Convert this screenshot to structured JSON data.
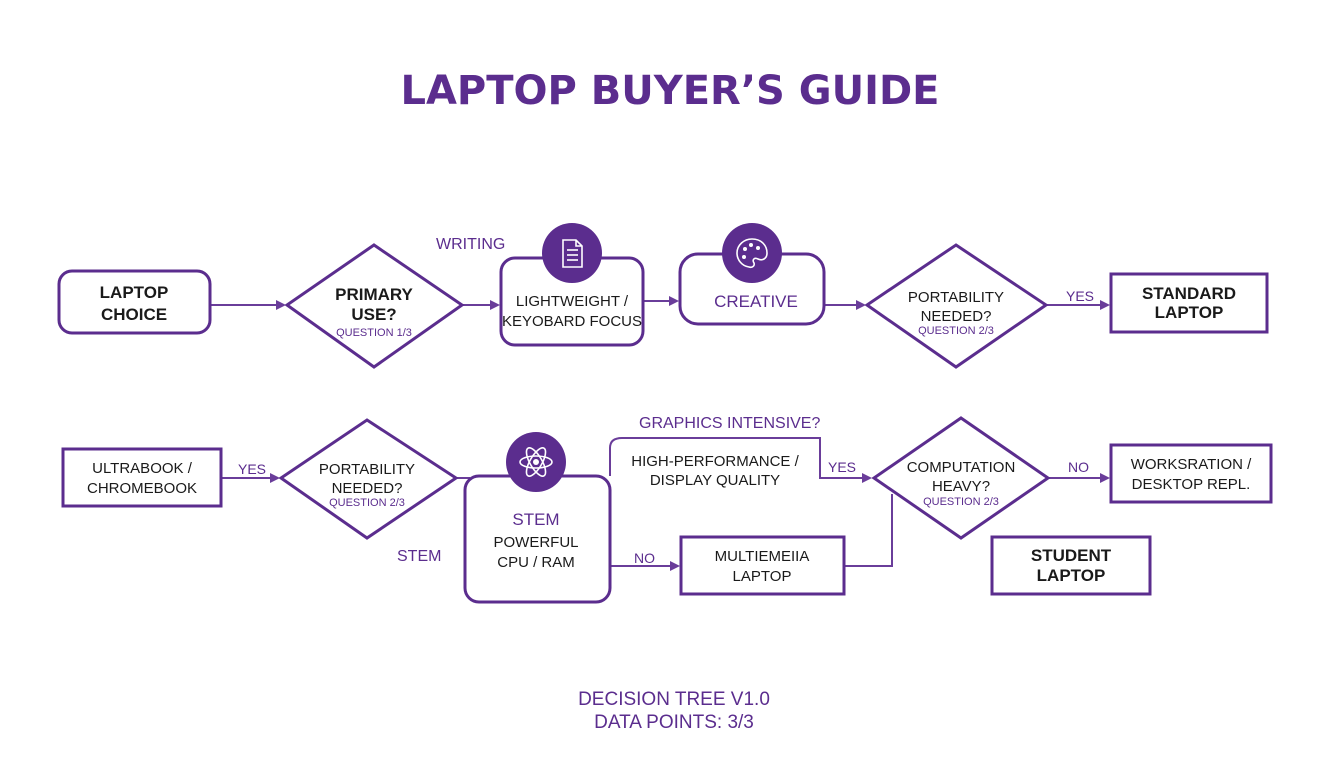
{
  "title": "LAPTOP BUYER’S GUIDE",
  "colors": {
    "accent": "#5b2d8e",
    "text": "#1a1a1a",
    "background": "#ffffff"
  },
  "nodes": {
    "laptop_choice": [
      "LAPTOP",
      "CHOICE"
    ],
    "primary_use": {
      "lines": [
        "PRIMARY",
        "USE?"
      ],
      "sub": "QUESTION 1/3"
    },
    "lightweight": [
      "LIGHTWEIGHT /",
      "KEYOBARD FOCUS"
    ],
    "creative": "CREATIVE",
    "portability_top": {
      "lines": [
        "PORTABILITY",
        "NEEDED?"
      ],
      "sub": "QUESTION 2/3"
    },
    "standard_laptop": [
      "STANDARD",
      "LAPTOP"
    ],
    "ultrabook": [
      "ULTRABOOK /",
      "CHROMEBOOK"
    ],
    "portability_bottom": {
      "lines": [
        "PORTABILITY",
        "NEEDED?"
      ],
      "sub": "QUESTION 2/3"
    },
    "stem_box": {
      "title": "STEM",
      "lines": [
        "POWERFUL",
        "CPU / RAM"
      ]
    },
    "high_performance": [
      "HIGH-PERFORMANCE /",
      "DISPLAY QUALITY"
    ],
    "multimedia": [
      "MULTIEMEIIA",
      "LAPTOP"
    ],
    "computation": {
      "lines": [
        "COMPUTATION",
        "HEAVY?"
      ],
      "sub": "QUESTION 2/3"
    },
    "workstation": [
      "WORKSRATION /",
      "DESKTOP REPL."
    ],
    "student": [
      "STUDENT",
      "LAPTOP"
    ]
  },
  "edge_labels": {
    "writing": "WRITING",
    "yes_top": "YES",
    "yes_left": "YES",
    "graphics": "GRAPHICS INTENSIVE?",
    "yes_mid": "YES",
    "no_right": "NO",
    "stem": "STEM",
    "no_mid": "NO"
  },
  "icons": {
    "lightweight": "document-icon",
    "creative": "palette-icon",
    "stem": "atom-icon"
  },
  "footer": [
    "DECISION TREE V1.0",
    "DATA POINTS: 3/3"
  ]
}
